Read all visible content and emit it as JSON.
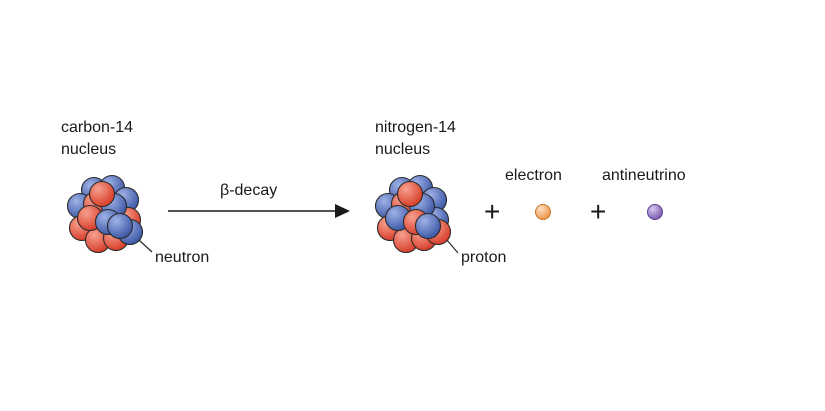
{
  "reactant": {
    "name_line1": "carbon-14",
    "name_line2": "nucleus",
    "callout": "neutron"
  },
  "reaction": {
    "arrow_label": "β-decay"
  },
  "products": {
    "nucleus_line1": "nitrogen-14",
    "nucleus_line2": "nucleus",
    "nucleus_callout": "proton",
    "plus_1": "+",
    "plus_2": "+",
    "electron_label": "electron",
    "antineutrino_label": "antineutrino"
  },
  "colors": {
    "proton": "#e8553f",
    "neutron": "#5d78c2",
    "electron": "#f4a460",
    "antineutrino": "#9a7ac4",
    "outline": "#2b2b2b"
  },
  "icons": {
    "reactant_nucleus": "carbon-14-nucleus-icon",
    "product_nucleus": "nitrogen-14-nucleus-icon",
    "electron": "electron-particle-icon",
    "antineutrino": "antineutrino-particle-icon",
    "arrow": "reaction-arrow-icon"
  }
}
